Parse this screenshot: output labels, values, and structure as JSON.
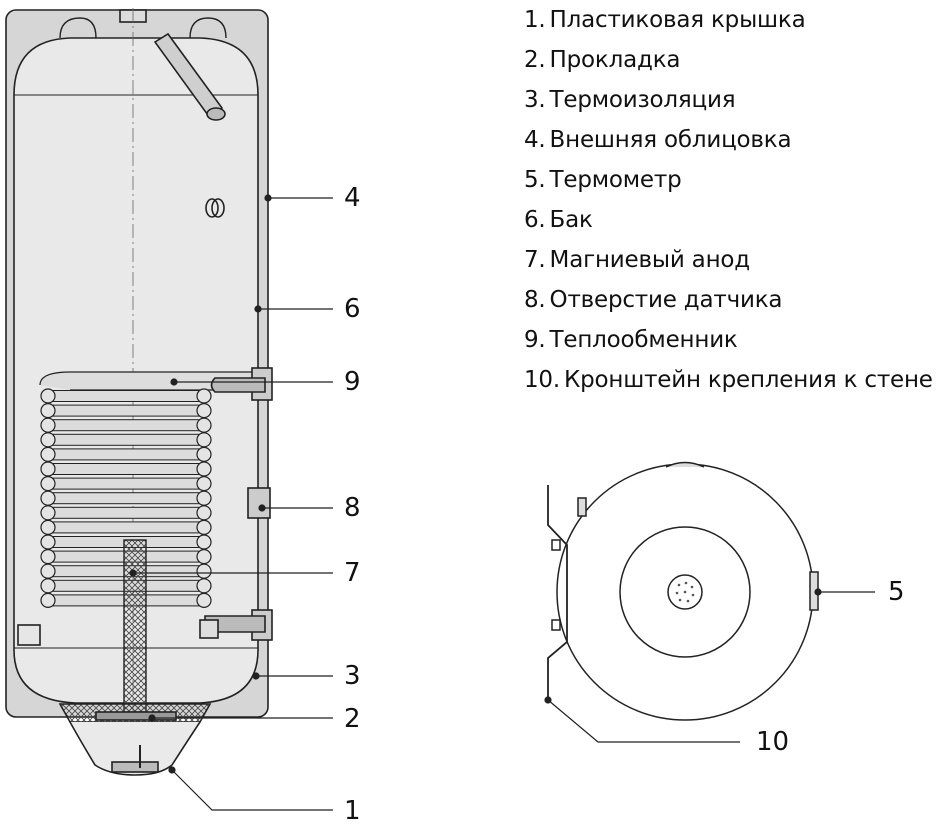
{
  "legend": [
    {
      "num": "1.",
      "text": "Пластиковая крышка"
    },
    {
      "num": "2.",
      "text": "Прокладка"
    },
    {
      "num": "3.",
      "text": "Термоизоляция"
    },
    {
      "num": "4.",
      "text": "Внешняя облицовка"
    },
    {
      "num": "5.",
      "text": "Термометр"
    },
    {
      "num": "6.",
      "text": "Бак"
    },
    {
      "num": "7.",
      "text": "Магниевый анод"
    },
    {
      "num": "8.",
      "text": "Отверстие датчика"
    },
    {
      "num": "9.",
      "text": "Теплообменник"
    },
    {
      "num": "10.",
      "text": "Кронштейн крепления к стене"
    }
  ],
  "callouts": {
    "c1": "1",
    "c2": "2",
    "c3": "3",
    "c4": "4",
    "c5": "5",
    "c6": "6",
    "c7": "7",
    "c8": "8",
    "c9": "9",
    "c10": "10"
  }
}
